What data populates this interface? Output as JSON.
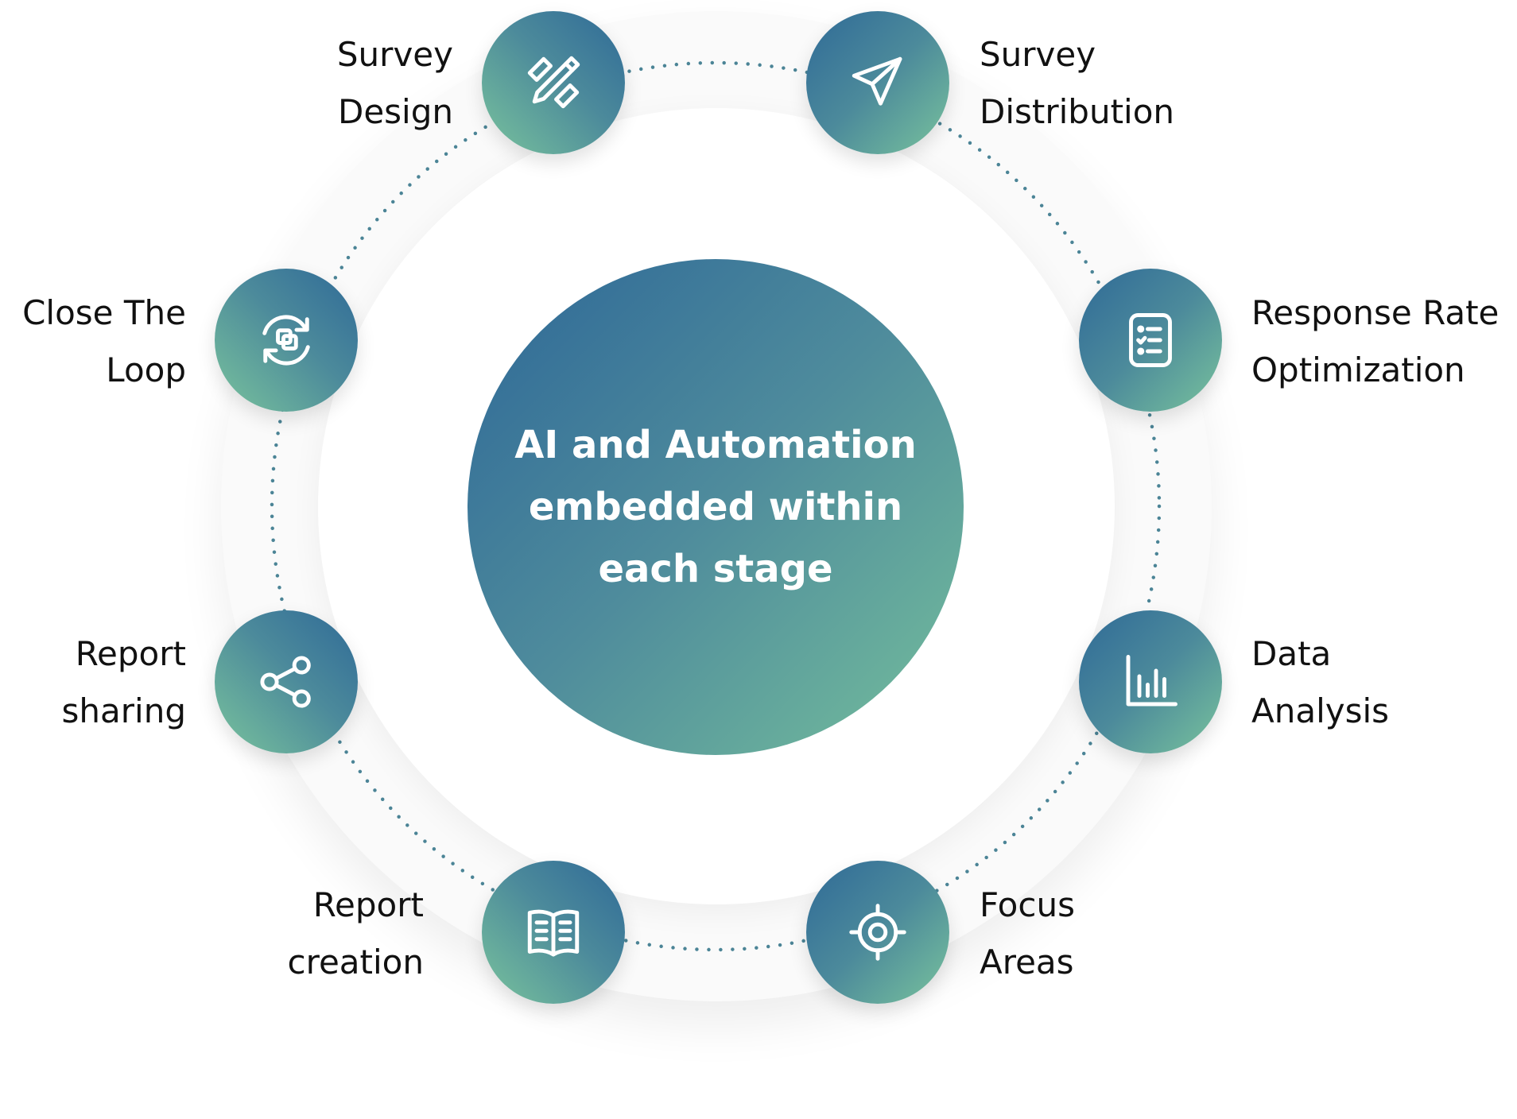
{
  "center_text": "AI and Automation embedded within each stage",
  "colors": {
    "gradient_dark": "#2f6a97",
    "gradient_light": "#79c39c",
    "dot": "#4b8496",
    "label_text": "#111111"
  },
  "stages": [
    {
      "id": "survey-design",
      "icon": "pencil-ruler-icon",
      "line1": "Survey",
      "line2": "Design"
    },
    {
      "id": "survey-distribution",
      "icon": "paper-plane-icon",
      "line1": "Survey",
      "line2": "Distribution"
    },
    {
      "id": "response-rate-optimization",
      "icon": "checklist-icon",
      "line1": "Response Rate",
      "line2": "Optimization"
    },
    {
      "id": "data-analysis",
      "icon": "bar-chart-icon",
      "line1": "Data",
      "line2": "Analysis"
    },
    {
      "id": "focus-areas",
      "icon": "target-icon",
      "line1": "Focus",
      "line2": "Areas"
    },
    {
      "id": "report-creation",
      "icon": "open-book-icon",
      "line1": "Report",
      "line2": "creation"
    },
    {
      "id": "report-sharing",
      "icon": "share-icon",
      "line1": "Report",
      "line2": "sharing"
    },
    {
      "id": "close-the-loop",
      "icon": "refresh-loop-icon",
      "line1": "Close The",
      "line2": "Loop"
    }
  ]
}
